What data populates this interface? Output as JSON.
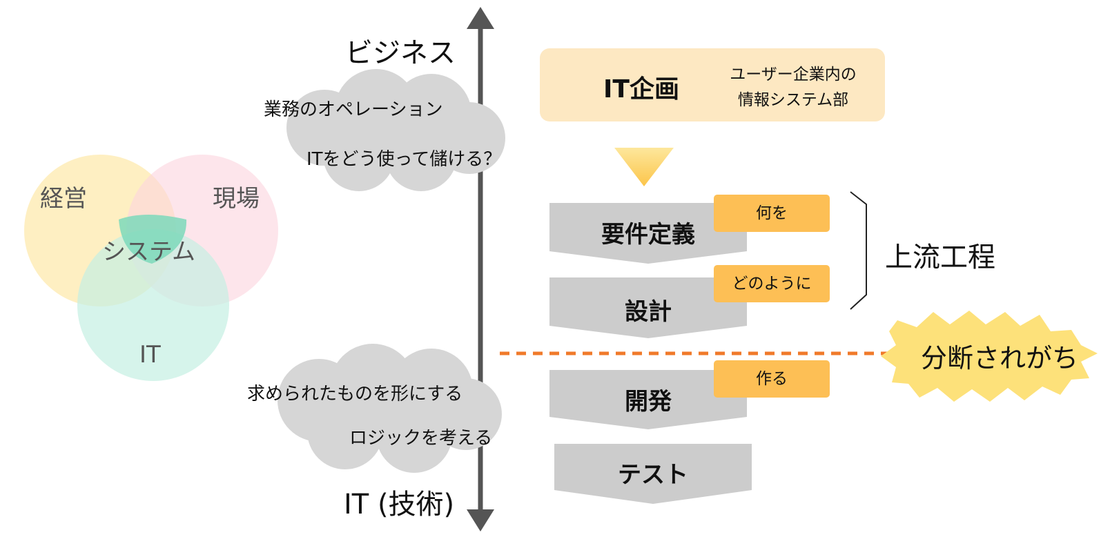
{
  "venn": {
    "management": "経営",
    "field": "現場",
    "system": "システム",
    "it": "IT"
  },
  "axis": {
    "top_label": "ビジネス",
    "bottom_label": "IT (技術)"
  },
  "clouds": {
    "business": [
      "業務のオペレーション",
      "ITをどう使って儲ける？"
    ],
    "tech": [
      "求められたものを形にする",
      "ロジックを考える"
    ]
  },
  "plan": {
    "title": "IT企画",
    "description_line1": "ユーザー企業内の",
    "description_line2": "情報システム部"
  },
  "steps": [
    {
      "label": "要件定義",
      "tag": "何を"
    },
    {
      "label": "設計",
      "tag": "どのように"
    },
    {
      "label": "開発",
      "tag": "作る"
    },
    {
      "label": "テスト"
    }
  ],
  "upstream_label": "上流工程",
  "split_label": "分断されがち",
  "colors": {
    "plan_box": "#fde8c2",
    "tag": "#fdbf55",
    "step": "#cccccc",
    "triangle": "#fdd270",
    "split_line": "#f07a2a",
    "burst": "#fde17a"
  }
}
